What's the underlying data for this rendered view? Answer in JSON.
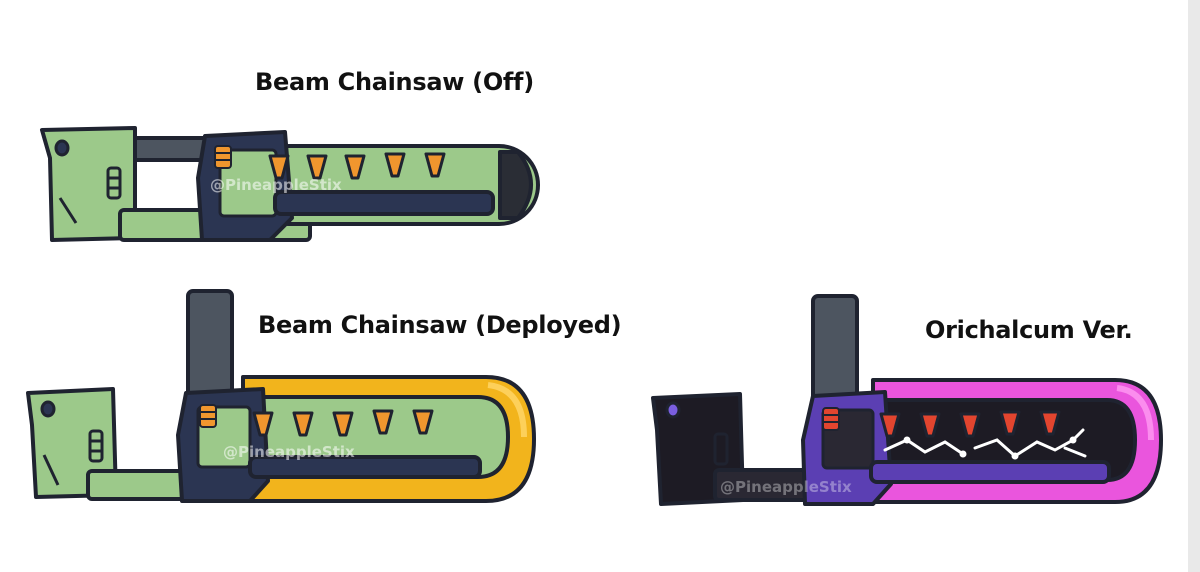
{
  "labels": {
    "off": "Beam Chainsaw (Off)",
    "deployed": "Beam Chainsaw (Deployed)",
    "orichalcum": "Orichalcum Ver."
  },
  "watermark": "@PineappleStix",
  "colors": {
    "green_body": "#9cc98a",
    "outline": "#1f2330",
    "navy_frame": "#2b3552",
    "grey_cylinder": "#4d5560",
    "orange_vents": "#f0962e",
    "gold_blade": "#f2b41c",
    "magenta_blade": "#ea55dd",
    "dark_body": "#1d1b24",
    "purple_frame": "#5b3fb3",
    "red_vents": "#e2452f",
    "right_edge": "#e9e9e9"
  }
}
